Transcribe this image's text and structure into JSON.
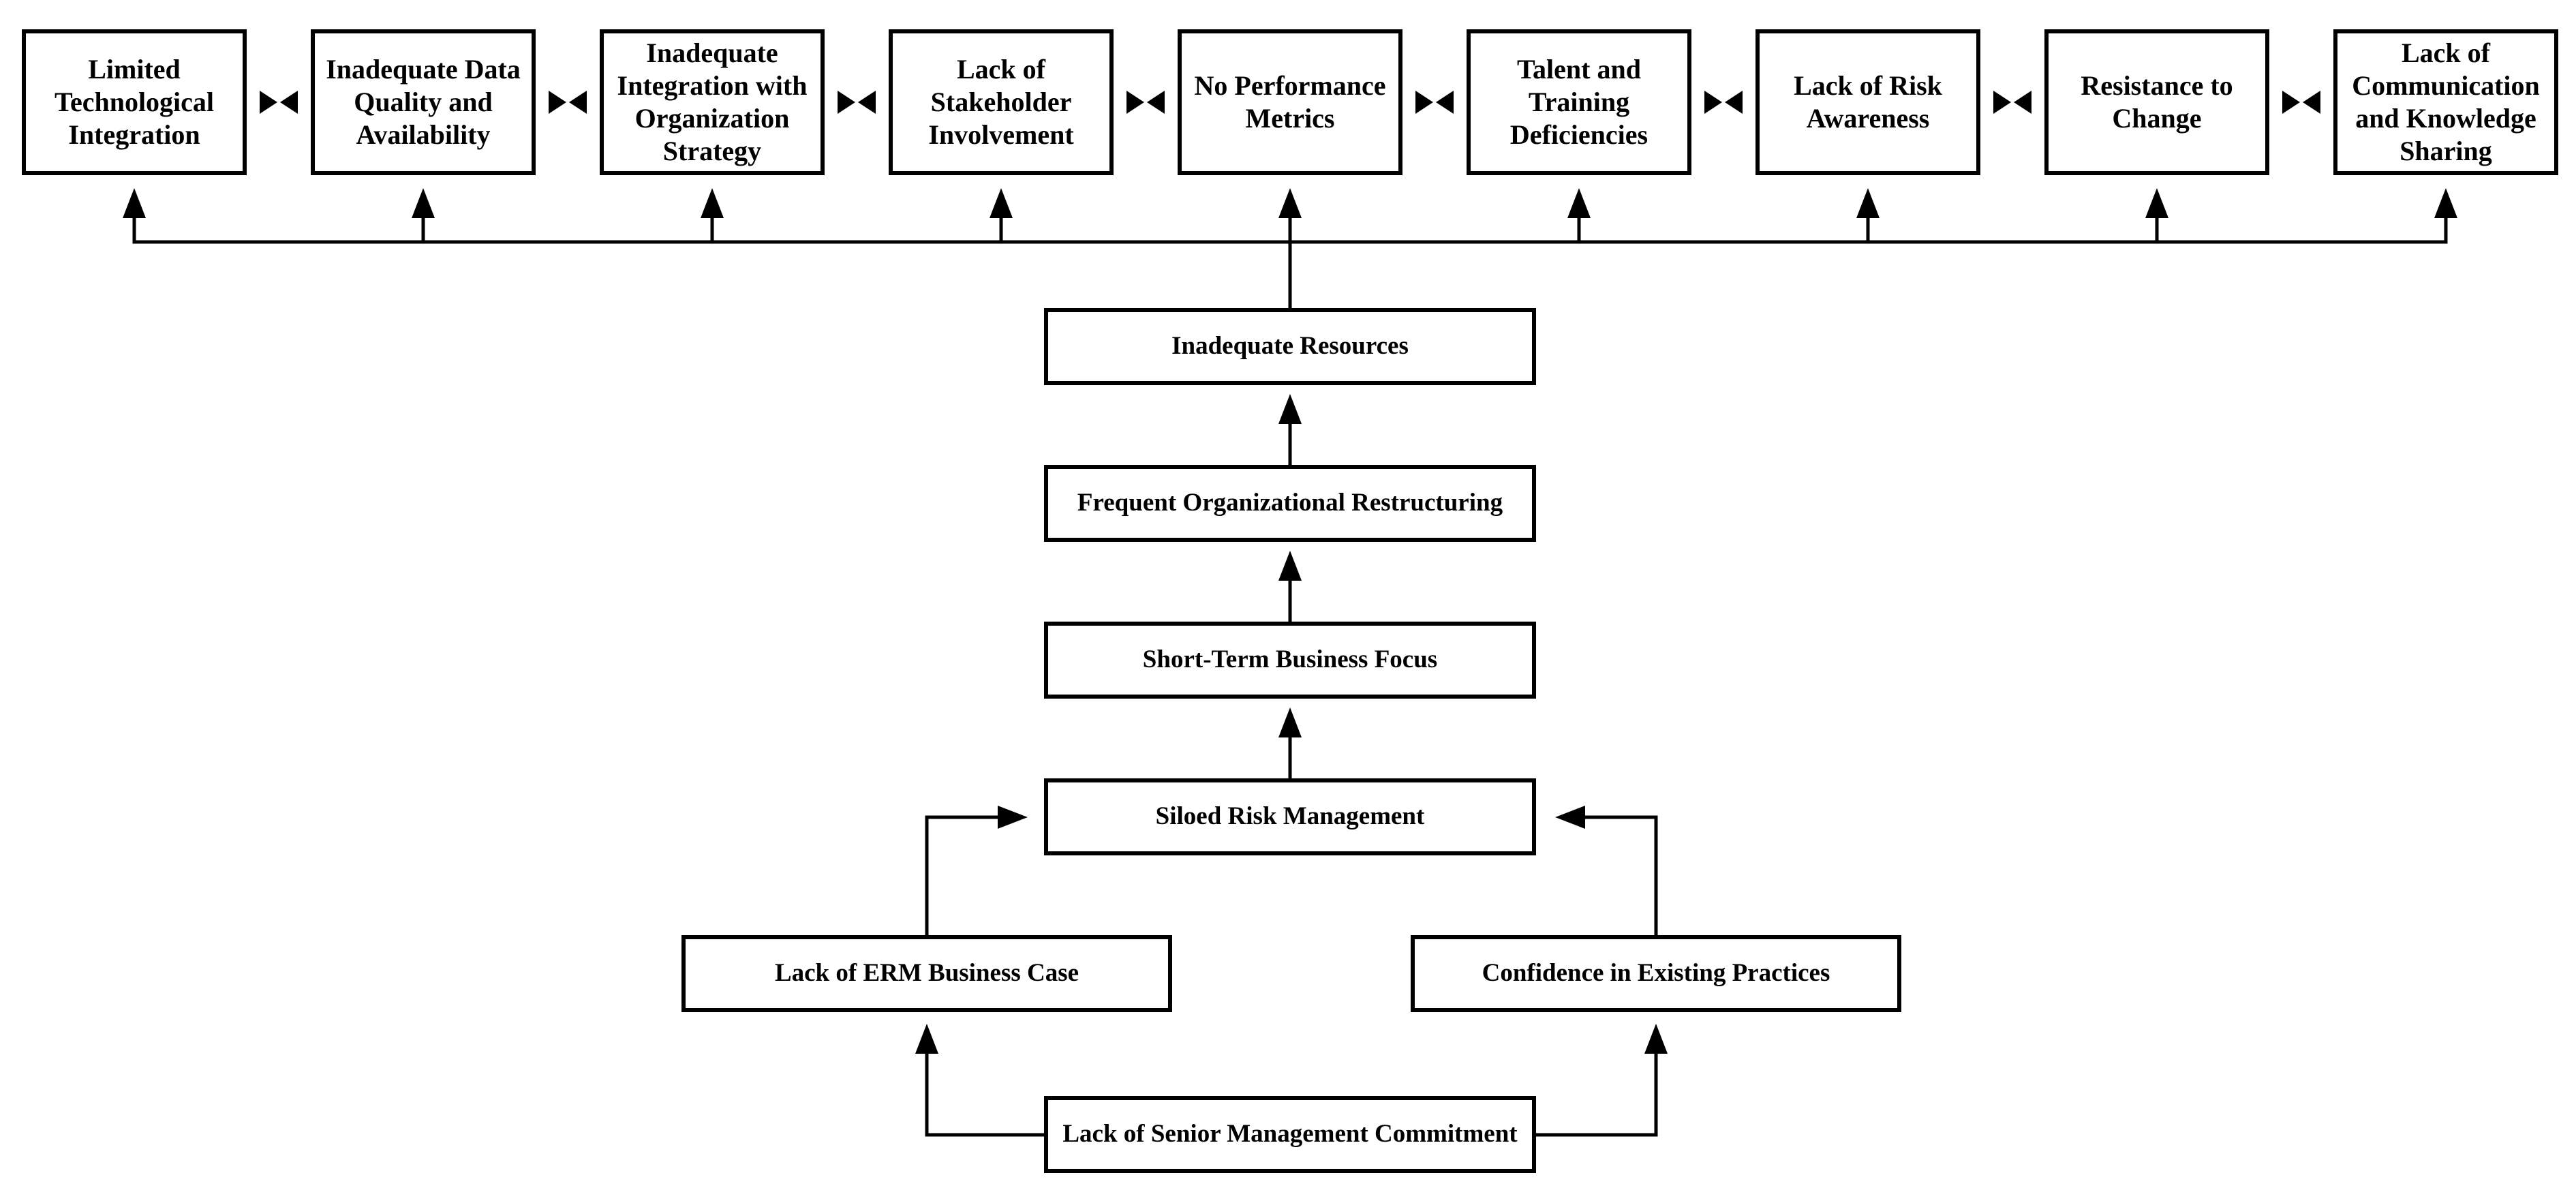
{
  "colors": {
    "background": "#ffffff",
    "line": "#000000",
    "text": "#000000",
    "node_fill": "#ffffff"
  },
  "icons": {
    "bowtie": "bowtie-icon (two facing solid triangles between linked barriers)",
    "arrow": "solid triangular arrowhead"
  },
  "top_row_nodes": [
    {
      "label": "Limited\nTechnological\nIntegration"
    },
    {
      "label": "Inadequate Data\nQuality and\nAvailability"
    },
    {
      "label": "Inadequate\nIntegration with\nOrganization\nStrategy"
    },
    {
      "label": "Lack of\nStakeholder\nInvolvement"
    },
    {
      "label": "No Performance\nMetrics"
    },
    {
      "label": "Talent and\nTraining\nDeficiencies"
    },
    {
      "label": "Lack of Risk\nAwareness"
    },
    {
      "label": "Resistance to\nChange"
    },
    {
      "label": "Lack of\nCommunication\nand Knowledge\nSharing"
    }
  ],
  "chain_nodes": {
    "inadequate_resources": {
      "label": "Inadequate Resources"
    },
    "frequent_restructuring": {
      "label": "Frequent Organizational Restructuring"
    },
    "short_term_focus": {
      "label": "Short-Term Business Focus"
    },
    "siloed_risk": {
      "label": "Siloed Risk Management"
    },
    "erm_business_case": {
      "label": "Lack of ERM Business Case"
    },
    "confidence_practices": {
      "label": "Confidence in Existing Practices"
    },
    "senior_commitment": {
      "label": "Lack of Senior Management Commitment"
    }
  }
}
